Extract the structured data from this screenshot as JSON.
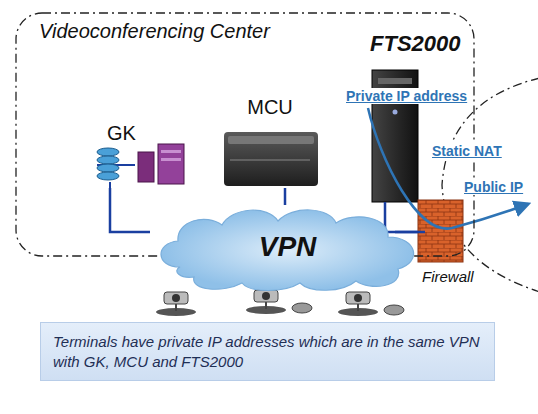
{
  "diagram": {
    "nodes": [
      {
        "text": [
          "Videoconferencing Center"
        ]
      },
      {
        "text": [
          "GK"
        ],
        "in": 0
      },
      {
        "text": [
          "MCU"
        ],
        "in": 0
      },
      {
        "text": [
          "FTS2000"
        ],
        "in": 0
      },
      {
        "text": [
          "VPN"
        ]
      },
      {
        "text": [
          "Terminals have private IP addresses which are in the same VPN with GK, MCU and FTS2000"
        ]
      }
    ],
    "edges": [
      {
        "from": 1,
        "to": 4,
        "arrow": "none"
      },
      {
        "from": 2,
        "to": 4,
        "arrow": "none"
      },
      {
        "from": 3,
        "to": 4,
        "arrow": "none"
      }
    ],
    "labels": [
      "Private IP address",
      "Static NAT",
      "Public IP",
      "Firewall"
    ]
  }
}
